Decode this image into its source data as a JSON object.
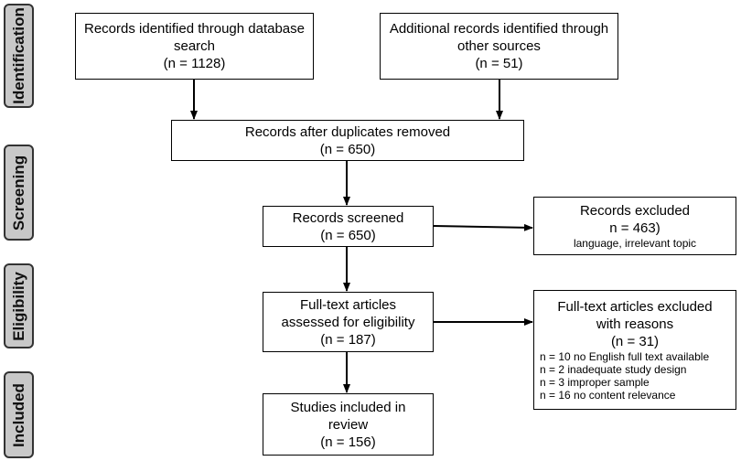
{
  "phases": {
    "identification": "Identification",
    "screening": "Screening",
    "eligibility": "Eligibility",
    "included": "Included"
  },
  "boxes": {
    "database": {
      "line1": "Records identified through database",
      "line2": "search",
      "line3": "(n = 1128)"
    },
    "additional": {
      "line1": "Additional records identified through",
      "line2": "other sources",
      "line3": "(n = 51)"
    },
    "duplicates": {
      "line1": "Records after duplicates removed",
      "line2": "(n = 650)"
    },
    "screened": {
      "line1": "Records screened",
      "line2": "(n = 650)"
    },
    "excluded": {
      "line1": "Records excluded",
      "line2": "n = 463)",
      "line3": "language, irrelevant topic"
    },
    "fulltext": {
      "line1": "Full-text articles",
      "line2": "assessed for eligibility",
      "line3": "(n = 187)"
    },
    "fulltext_excluded": {
      "line1": "Full-text articles excluded",
      "line2": "with reasons",
      "line3": "(n = 31)",
      "reasons": [
        "n = 10 no English full text available",
        "n = 2 inadequate study design",
        "n = 3 improper sample",
        "n = 16 no content relevance"
      ]
    },
    "included": {
      "line1": "Studies included in",
      "line2": "review",
      "line3": "(n = 156)"
    }
  },
  "colors": {
    "phase_fill": "#c8c8c8",
    "line": "#000000"
  }
}
